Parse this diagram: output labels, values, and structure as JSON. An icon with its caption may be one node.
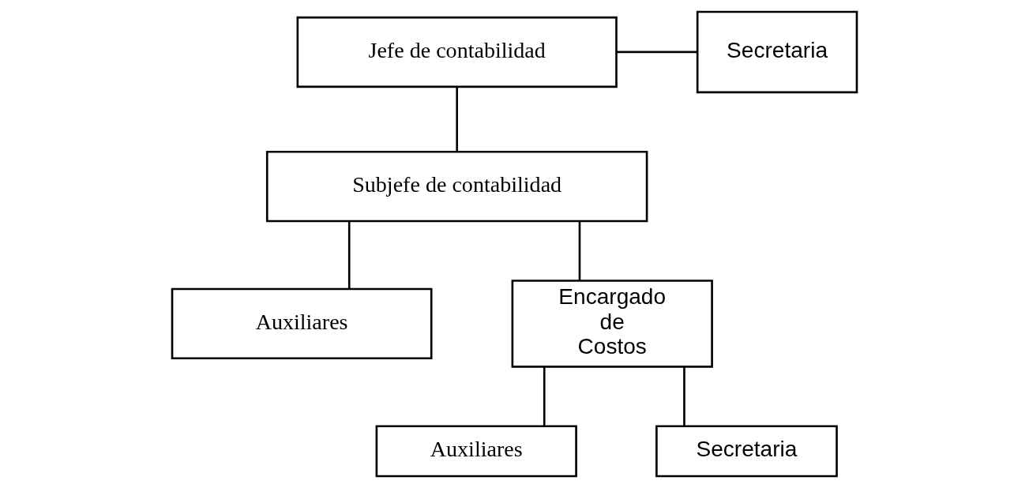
{
  "diagram": {
    "nodes": [
      {
        "text": [
          "Jefe de contabilidad"
        ]
      },
      {
        "text": [
          "Secretaria"
        ]
      },
      {
        "text": [
          "Subjefe de contabilidad"
        ]
      },
      {
        "text": [
          "Auxiliares"
        ]
      },
      {
        "text": [
          "Encargado de Costos"
        ]
      },
      {
        "text": [
          "Auxiliares"
        ]
      },
      {
        "text": [
          "Secretaria"
        ]
      }
    ],
    "edges": [
      {
        "from": 0,
        "to": 1,
        "arrow": "none"
      },
      {
        "from": 0,
        "to": 2,
        "arrow": "none"
      },
      {
        "from": 2,
        "to": 3,
        "arrow": "none"
      },
      {
        "from": 2,
        "to": 4,
        "arrow": "none"
      },
      {
        "from": 4,
        "to": 5,
        "arrow": "none"
      },
      {
        "from": 4,
        "to": 6,
        "arrow": "none"
      }
    ]
  }
}
